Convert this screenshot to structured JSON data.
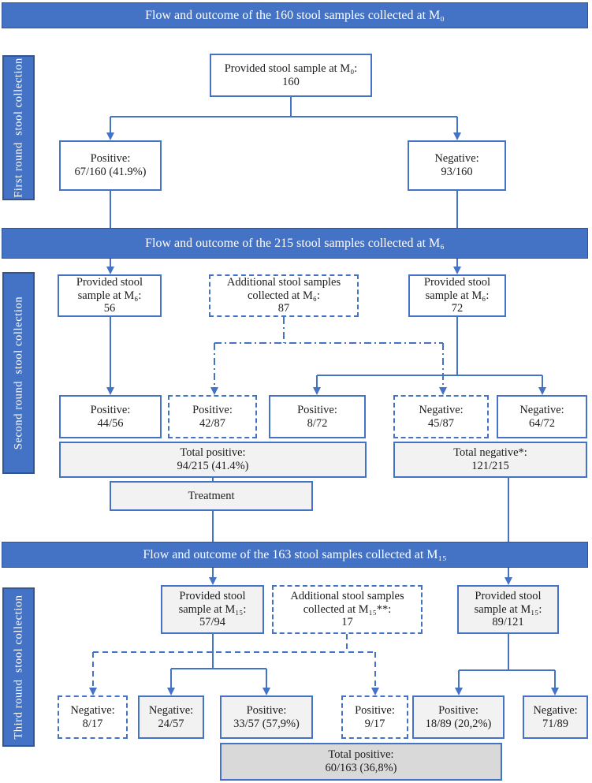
{
  "colors": {
    "accent_blue": "#4472C4",
    "dark_blue_border": "#2F5597",
    "light_gray_fill": "#F2F2F2",
    "gray_fill": "#D9D9D9",
    "line_blue": "#4472C4"
  },
  "banners": [
    {
      "label": "Flow and outcome of the 160 stool samples collected at M₀"
    },
    {
      "label": "Flow and outcome of the 215 stool samples collected at M₆"
    },
    {
      "label": "Flow and outcome of the 163 stool samples collected at M₁₅"
    }
  ],
  "sidebars": [
    {
      "label": "First round  stool collection"
    },
    {
      "label": "Second round  stool collection"
    },
    {
      "label": "Third round  stool collection"
    }
  ],
  "nodes": {
    "provided_m0": {
      "label": "Provided stool sample at M₀:",
      "value": "160"
    },
    "positive_m0": {
      "label": "Positive:",
      "value": "67/160 (41.9%)"
    },
    "negative_m0": {
      "label": "Negative:",
      "value": "93/160"
    },
    "provided_m6_56": {
      "label": "Provided stool sample at M₆:",
      "value": "56"
    },
    "additional_m6": {
      "label": "Additional stool samples collected at M₆:",
      "value": "87"
    },
    "provided_m6_72": {
      "label": "Provided stool sample at M₆:",
      "value": "72"
    },
    "positive_44_56": {
      "label": "Positive:",
      "value": "44/56"
    },
    "positive_42_87": {
      "label": "Positive:",
      "value": "42/87"
    },
    "positive_8_72": {
      "label": "Positive:",
      "value": "8/72"
    },
    "negative_45_87": {
      "label": "Negative:",
      "value": "45/87"
    },
    "negative_64_72": {
      "label": "Negative:",
      "value": "64/72"
    },
    "total_positive_m6": {
      "label": "Total positive:",
      "value": "94/215 (41.4%)"
    },
    "total_negative_m6": {
      "label": "Total negative*:",
      "value": "121/215"
    },
    "treatment": {
      "label": "Treatment"
    },
    "provided_m15_57": {
      "label": "Provided stool sample at M₁₅:",
      "value": "57/94"
    },
    "additional_m15": {
      "label": "Additional stool samples collected at M₁₅**:",
      "value": "17"
    },
    "provided_m15_89": {
      "label": "Provided stool sample at M₁₅:",
      "value": "89/121"
    },
    "negative_8_17": {
      "label": "Negative:",
      "value": "8/17"
    },
    "negative_24_57": {
      "label": "Negative:",
      "value": "24/57"
    },
    "positive_33_57": {
      "label": "Positive:",
      "value": "33/57 (57,9%)"
    },
    "positive_9_17": {
      "label": "Positive:",
      "value": "9/17"
    },
    "positive_18_89": {
      "label": "Positive:",
      "value": "18/89 (20,2%)"
    },
    "negative_71_89": {
      "label": "Negative:",
      "value": "71/89"
    },
    "total_positive_m15": {
      "label": "Total positive:",
      "value": "60/163 (36,8%)"
    }
  }
}
